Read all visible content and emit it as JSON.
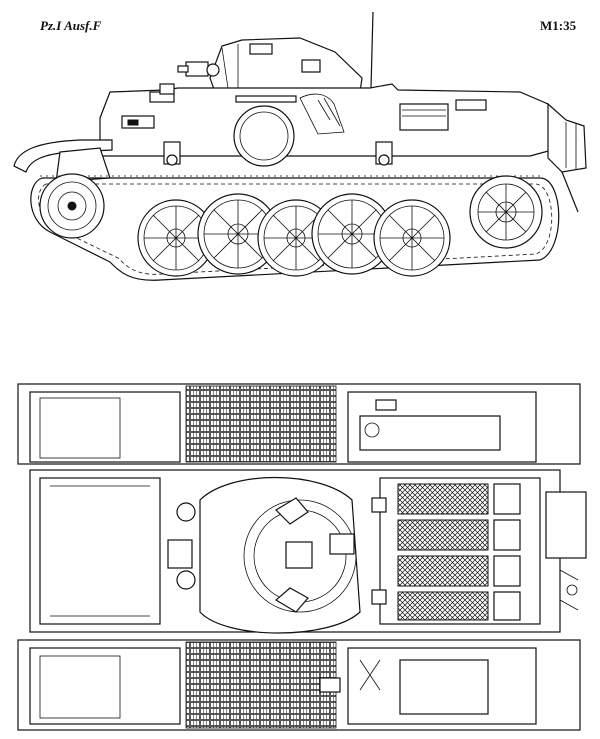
{
  "title": "Pz.I Ausf.F",
  "scale": "M1:35",
  "views": {
    "side": "side-elevation",
    "top": "plan-view"
  }
}
